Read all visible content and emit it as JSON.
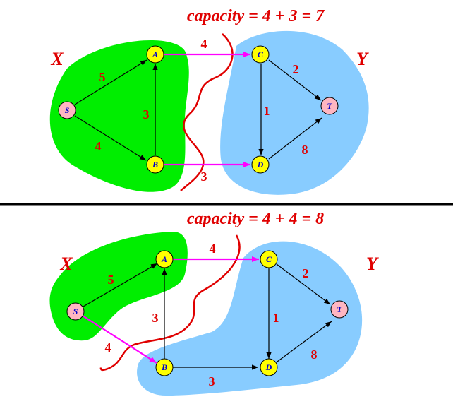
{
  "top": {
    "capacity_text": "capacity = 4 + 3 = 7",
    "set_x": "X",
    "set_y": "Y",
    "nodes": {
      "S": "S",
      "A": "A",
      "B": "B",
      "C": "C",
      "D": "D",
      "T": "T"
    },
    "weights": {
      "SA": "5",
      "SB": "4",
      "BA": "3",
      "AC": "4",
      "BD": "3",
      "CD": "1",
      "CT": "2",
      "DT": "8"
    }
  },
  "bottom": {
    "capacity_text": "capacity = 4 + 4 = 8",
    "set_x": "X",
    "set_y": "Y",
    "nodes": {
      "S": "S",
      "A": "A",
      "B": "B",
      "C": "C",
      "D": "D",
      "T": "T"
    },
    "weights": {
      "SA": "5",
      "SB": "4",
      "BA": "3",
      "AC": "4",
      "BD": "3",
      "CD": "1",
      "CT": "2",
      "DT": "8"
    }
  },
  "colors": {
    "set_x_fill": "#00ee00",
    "set_y_fill": "#88ccff",
    "cut_edge": "#ff00ff",
    "cut_line": "#e00000",
    "node_fill": "#ffff00",
    "terminal_fill": "#ffb6c1",
    "text_red": "#e00000",
    "node_label": "#0000cc"
  }
}
